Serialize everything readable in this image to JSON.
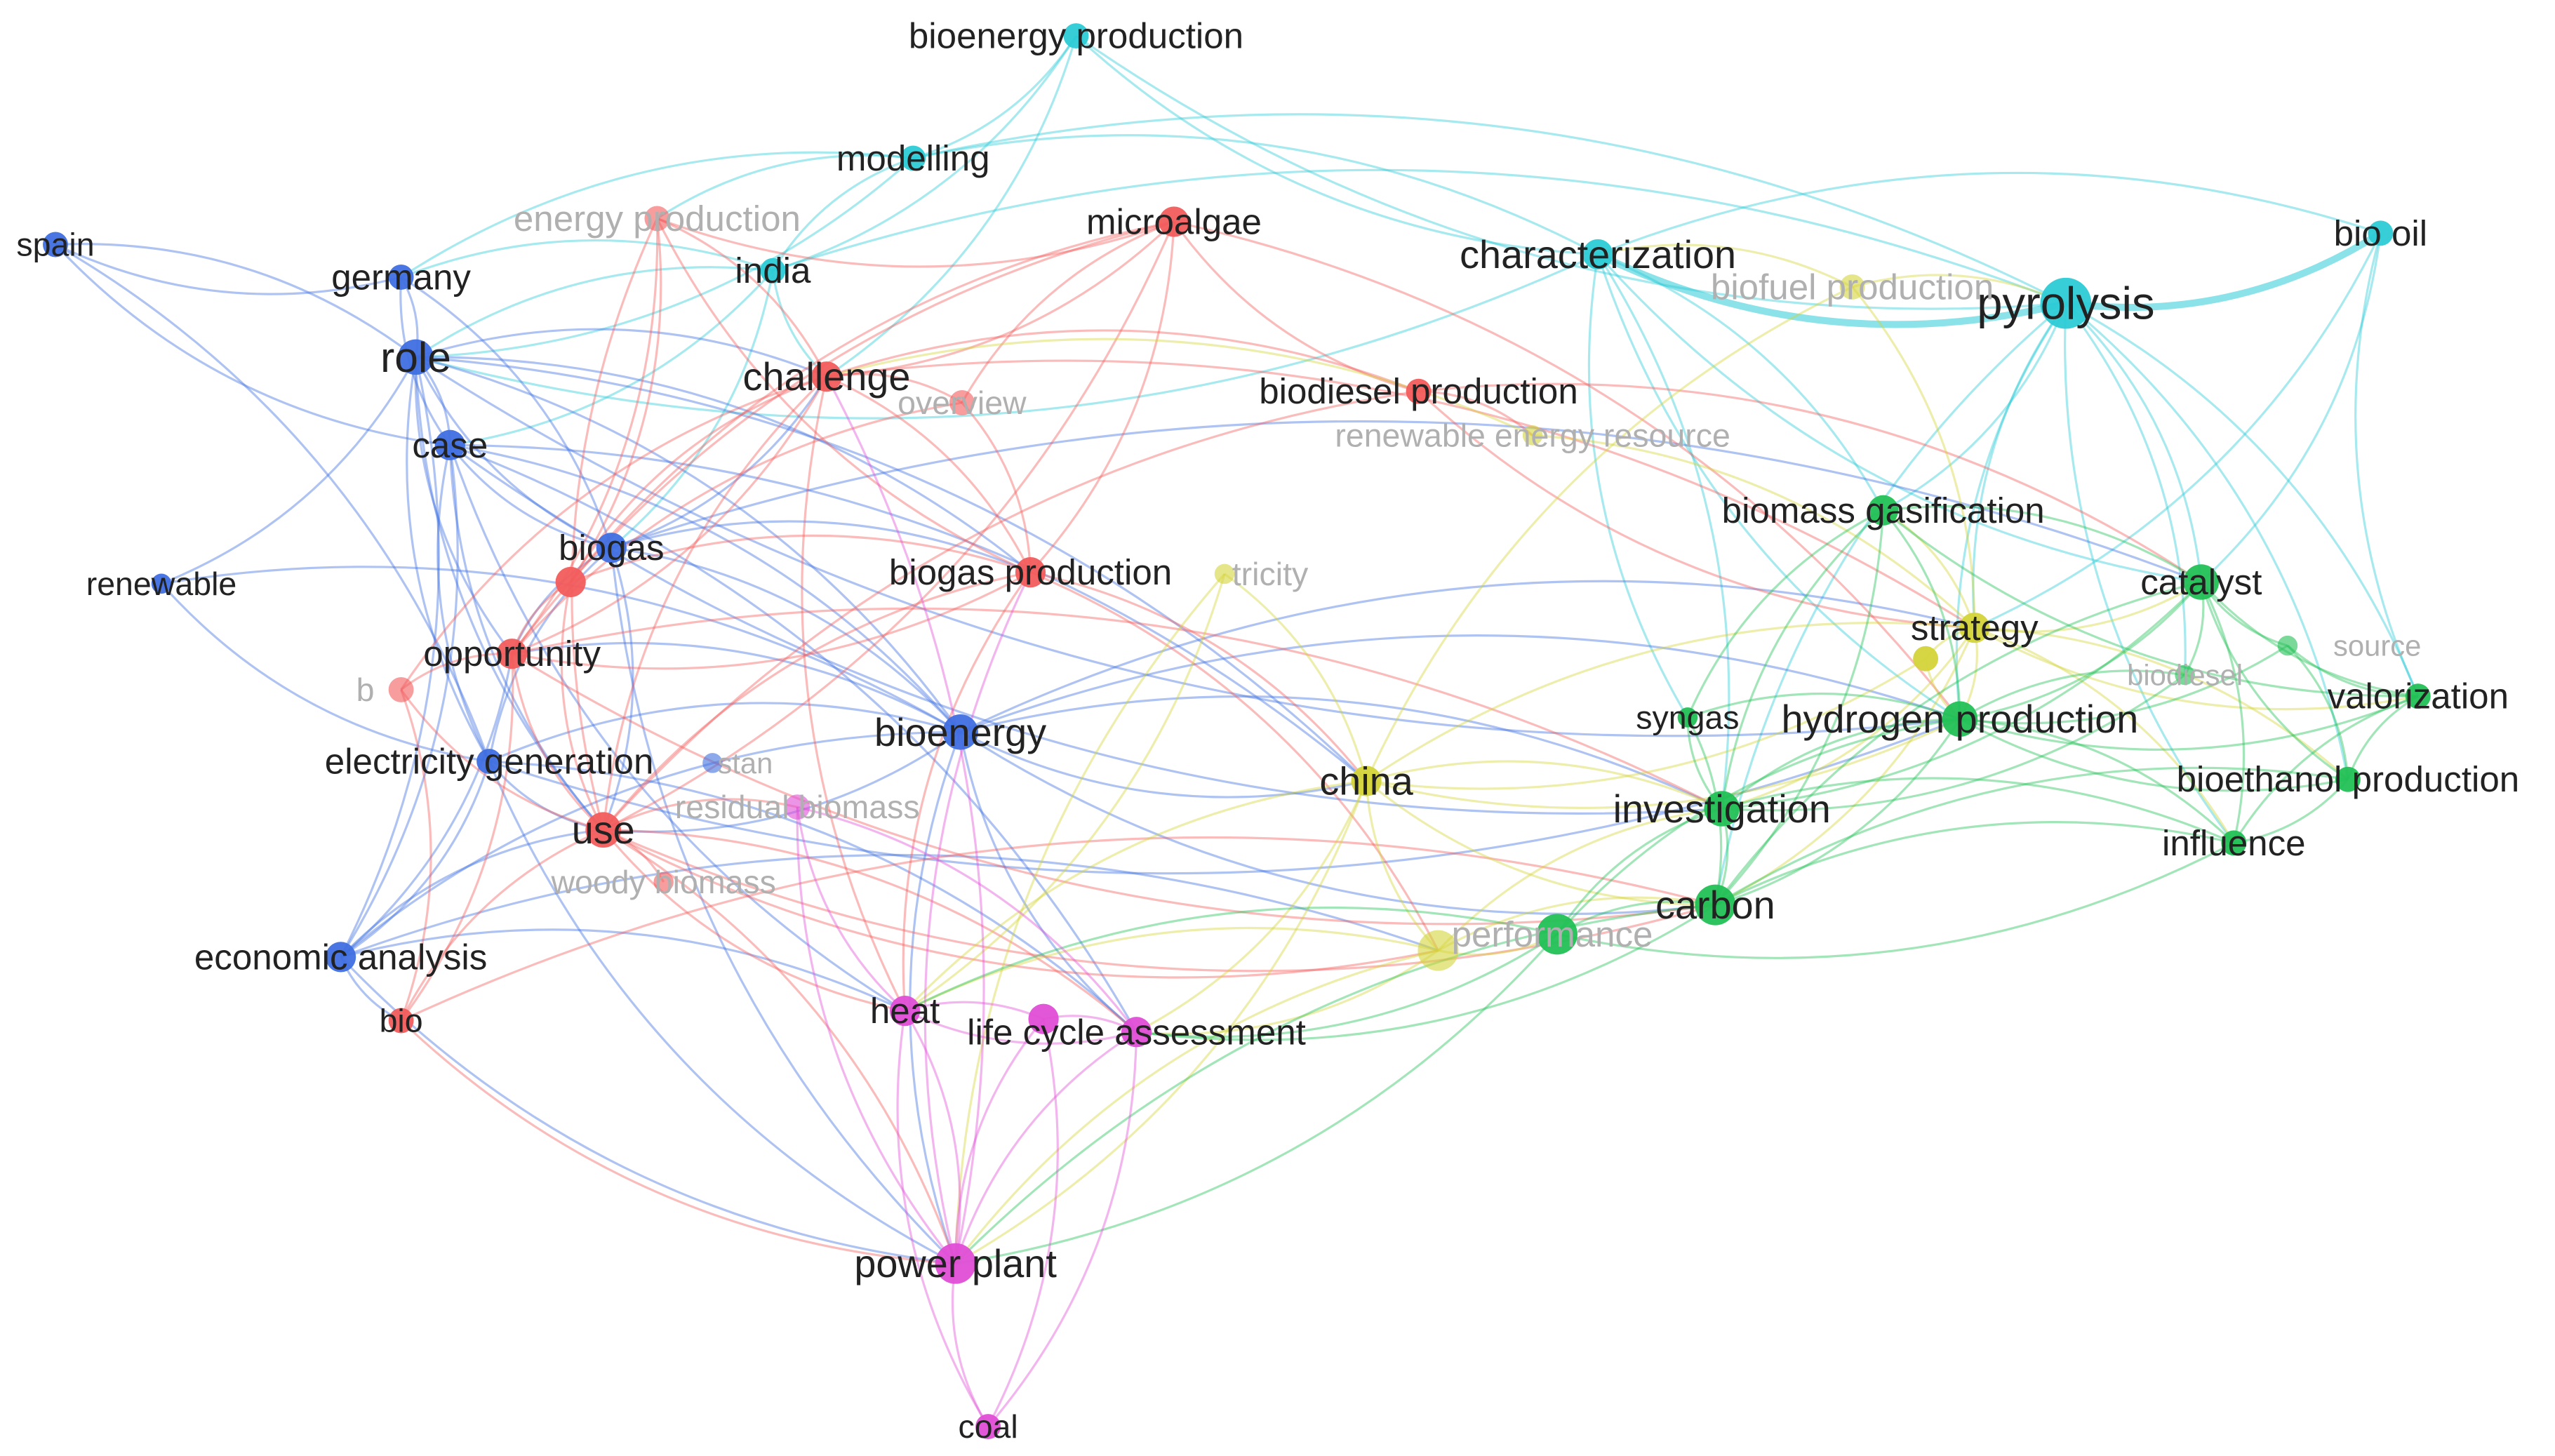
{
  "clusters": {
    "red": "#f25c5c",
    "blue": "#3f6fe0",
    "cyan": "#2ccbd6",
    "green": "#22c055",
    "yellow": "#d4d43a",
    "magenta": "#e04ed6"
  },
  "nodes": [
    {
      "id": "bioenergy_production",
      "label": "bioenergy production",
      "cluster": "cyan",
      "weight": 3
    },
    {
      "id": "modelling",
      "label": "modelling",
      "cluster": "cyan",
      "weight": 3
    },
    {
      "id": "india",
      "label": "india",
      "cluster": "cyan",
      "weight": 3
    },
    {
      "id": "characterization",
      "label": "characterization",
      "cluster": "cyan",
      "weight": 4
    },
    {
      "id": "pyrolysis",
      "label": "pyrolysis",
      "cluster": "cyan",
      "weight": 8
    },
    {
      "id": "bio_oil",
      "label": "bio oil",
      "cluster": "cyan",
      "weight": 3
    },
    {
      "id": "energy_production",
      "label": "energy production",
      "cluster": "red",
      "weight": 3,
      "faded": true
    },
    {
      "id": "microalgae",
      "label": "microalgae",
      "cluster": "red",
      "weight": 4
    },
    {
      "id": "challenge",
      "label": "challenge",
      "cluster": "red",
      "weight": 4
    },
    {
      "id": "overview",
      "label": "overview",
      "cluster": "red",
      "weight": 3,
      "faded": true
    },
    {
      "id": "biodiesel_production",
      "label": "biodiesel production",
      "cluster": "red",
      "weight": 3
    },
    {
      "id": "biogas_production",
      "label": "biogas production",
      "cluster": "red",
      "weight": 4
    },
    {
      "id": "opportunity",
      "label": "opportunity",
      "cluster": "red",
      "weight": 4
    },
    {
      "id": "red_small",
      "label": "b",
      "cluster": "red",
      "weight": 3,
      "faded": true
    },
    {
      "id": "use",
      "label": "use",
      "cluster": "red",
      "weight": 5
    },
    {
      "id": "woody_biomass",
      "label": "woody biomass",
      "cluster": "red",
      "weight": 2,
      "faded": true
    },
    {
      "id": "bio",
      "label": "bio",
      "cluster": "red",
      "weight": 3
    },
    {
      "id": "red_biogas",
      "label": "",
      "cluster": "red",
      "weight": 4
    },
    {
      "id": "spain",
      "label": "spain",
      "cluster": "blue",
      "weight": 3
    },
    {
      "id": "germany",
      "label": "germany",
      "cluster": "blue",
      "weight": 3
    },
    {
      "id": "role",
      "label": "role",
      "cluster": "blue",
      "weight": 5
    },
    {
      "id": "case",
      "label": "case",
      "cluster": "blue",
      "weight": 4
    },
    {
      "id": "biogas",
      "label": "biogas",
      "cluster": "blue",
      "weight": 4
    },
    {
      "id": "renewable",
      "label": "renewable",
      "cluster": "blue",
      "weight": 2
    },
    {
      "id": "electricity_generation",
      "label": "electricity generation",
      "cluster": "blue",
      "weight": 3
    },
    {
      "id": "blue_stan",
      "label": "stan",
      "cluster": "blue",
      "weight": 2,
      "faded": true
    },
    {
      "id": "bioenergy",
      "label": "bioenergy",
      "cluster": "blue",
      "weight": 5
    },
    {
      "id": "economic_analysis",
      "label": "economic analysis",
      "cluster": "blue",
      "weight": 4
    },
    {
      "id": "biofuel_production",
      "label": "biofuel production",
      "cluster": "yellow",
      "weight": 3,
      "faded": true
    },
    {
      "id": "renewable_energy_resource",
      "label": "renewable energy resource",
      "cluster": "yellow",
      "weight": 2,
      "faded": true
    },
    {
      "id": "electricity",
      "label": "tricity",
      "cluster": "yellow",
      "weight": 2,
      "faded": true
    },
    {
      "id": "strategy",
      "label": "strategy",
      "cluster": "yellow",
      "weight": 4
    },
    {
      "id": "yellow_small",
      "label": "",
      "cluster": "yellow",
      "weight": 3
    },
    {
      "id": "china",
      "label": "china",
      "cluster": "yellow",
      "weight": 4
    },
    {
      "id": "performance",
      "label": "performance",
      "cluster": "yellow",
      "weight": 6,
      "faded": true
    },
    {
      "id": "biomass_gasification",
      "label": "biomass gasification",
      "cluster": "green",
      "weight": 4
    },
    {
      "id": "catalyst",
      "label": "catalyst",
      "cluster": "green",
      "weight": 5
    },
    {
      "id": "green_resource",
      "label": "source",
      "cluster": "green",
      "weight": 2,
      "faded": true
    },
    {
      "id": "biodiesel",
      "label": "biodiesel",
      "cluster": "green",
      "weight": 2,
      "faded": true
    },
    {
      "id": "valorization",
      "label": "valorization",
      "cluster": "green",
      "weight": 3
    },
    {
      "id": "syngas",
      "label": "syngas",
      "cluster": "green",
      "weight": 2
    },
    {
      "id": "hydrogen_production",
      "label": "hydrogen production",
      "cluster": "green",
      "weight": 5
    },
    {
      "id": "bioethanol_production",
      "label": "bioethanol production",
      "cluster": "green",
      "weight": 3
    },
    {
      "id": "investigation",
      "label": "investigation",
      "cluster": "green",
      "weight": 5
    },
    {
      "id": "influence",
      "label": "influence",
      "cluster": "green",
      "weight": 3
    },
    {
      "id": "carbon",
      "label": "carbon",
      "cluster": "green",
      "weight": 6
    },
    {
      "id": "green_perf",
      "label": "",
      "cluster": "green",
      "weight": 6
    },
    {
      "id": "residual_biomass",
      "label": "residual biomass",
      "cluster": "magenta",
      "weight": 3,
      "faded": true
    },
    {
      "id": "heat",
      "label": "heat",
      "cluster": "magenta",
      "weight": 4
    },
    {
      "id": "life_cycle_assessment",
      "label": "life cycle assessment",
      "cluster": "magenta",
      "weight": 4
    },
    {
      "id": "lca_left",
      "label": "",
      "cluster": "magenta",
      "weight": 4
    },
    {
      "id": "power_plant",
      "label": "power plant",
      "cluster": "magenta",
      "weight": 6
    },
    {
      "id": "coal",
      "label": "coal",
      "cluster": "magenta",
      "weight": 3
    }
  ],
  "edges": [
    [
      "bioenergy_production",
      "modelling"
    ],
    [
      "bioenergy_production",
      "characterization"
    ],
    [
      "bioenergy_production",
      "india"
    ],
    [
      "bioenergy_production",
      "pyrolysis"
    ],
    [
      "bioenergy_production",
      "challenge"
    ],
    [
      "modelling",
      "energy_production"
    ],
    [
      "modelling",
      "pyrolysis"
    ],
    [
      "modelling",
      "india"
    ],
    [
      "modelling",
      "role"
    ],
    [
      "modelling",
      "germany"
    ],
    [
      "modelling",
      "characterization"
    ],
    [
      "characterization",
      "pyrolysis"
    ],
    [
      "characterization",
      "bio_oil"
    ],
    [
      "characterization",
      "catalyst"
    ],
    [
      "characterization",
      "biomass_gasification"
    ],
    [
      "characterization",
      "hydrogen_production"
    ],
    [
      "characterization",
      "investigation"
    ],
    [
      "characterization",
      "syngas"
    ],
    [
      "characterization",
      "role"
    ],
    [
      "pyrolysis",
      "bio_oil"
    ],
    [
      "pyrolysis",
      "catalyst"
    ],
    [
      "pyrolysis",
      "strategy"
    ],
    [
      "pyrolysis",
      "valorization"
    ],
    [
      "pyrolysis",
      "hydrogen_production"
    ],
    [
      "pyrolysis",
      "biomass_gasification"
    ],
    [
      "pyrolysis",
      "influence"
    ],
    [
      "pyrolysis",
      "bioethanol_production"
    ],
    [
      "pyrolysis",
      "carbon"
    ],
    [
      "pyrolysis",
      "biodiesel"
    ],
    [
      "pyrolysis",
      "india"
    ],
    [
      "bio_oil",
      "catalyst"
    ],
    [
      "bio_oil",
      "valorization"
    ],
    [
      "bio_oil",
      "strategy"
    ],
    [
      "india",
      "role"
    ],
    [
      "india",
      "case"
    ],
    [
      "india",
      "challenge"
    ],
    [
      "india",
      "biogas"
    ],
    [
      "india",
      "germany"
    ],
    [
      "spain",
      "role"
    ],
    [
      "spain",
      "case"
    ],
    [
      "spain",
      "electricity_generation"
    ],
    [
      "spain",
      "germany"
    ],
    [
      "germany",
      "role"
    ],
    [
      "germany",
      "case"
    ],
    [
      "germany",
      "biogas"
    ],
    [
      "renewable",
      "role"
    ],
    [
      "renewable",
      "bioenergy"
    ],
    [
      "renewable",
      "electricity_generation"
    ],
    [
      "role",
      "case"
    ],
    [
      "role",
      "biogas"
    ],
    [
      "role",
      "bioenergy"
    ],
    [
      "role",
      "electricity_generation"
    ],
    [
      "role",
      "economic_analysis"
    ],
    [
      "role",
      "opportunity"
    ],
    [
      "role",
      "challenge"
    ],
    [
      "role",
      "use"
    ],
    [
      "role",
      "china"
    ],
    [
      "role",
      "hydrogen_production"
    ],
    [
      "role",
      "biogas_production"
    ],
    [
      "case",
      "biogas"
    ],
    [
      "case",
      "bioenergy"
    ],
    [
      "case",
      "electricity_generation"
    ],
    [
      "case",
      "economic_analysis"
    ],
    [
      "case",
      "use"
    ],
    [
      "case",
      "china"
    ],
    [
      "case",
      "investigation"
    ],
    [
      "case",
      "life_cycle_assessment"
    ],
    [
      "case",
      "heat"
    ],
    [
      "biogas",
      "bioenergy"
    ],
    [
      "biogas",
      "electricity_generation"
    ],
    [
      "biogas",
      "biogas_production"
    ],
    [
      "biogas",
      "opportunity"
    ],
    [
      "biogas",
      "use"
    ],
    [
      "biogas",
      "challenge"
    ],
    [
      "biogas",
      "catalyst"
    ],
    [
      "biogas",
      "power_plant"
    ],
    [
      "electricity_generation",
      "economic_analysis"
    ],
    [
      "electricity_generation",
      "use"
    ],
    [
      "electricity_generation",
      "bioenergy"
    ],
    [
      "electricity_generation",
      "power_plant"
    ],
    [
      "electricity_generation",
      "life_cycle_assessment"
    ],
    [
      "electricity_generation",
      "hydrogen_production"
    ],
    [
      "economic_analysis",
      "use"
    ],
    [
      "economic_analysis",
      "bio"
    ],
    [
      "economic_analysis",
      "heat"
    ],
    [
      "economic_analysis",
      "power_plant"
    ],
    [
      "economic_analysis",
      "bioenergy"
    ],
    [
      "economic_analysis",
      "opportunity"
    ],
    [
      "economic_analysis",
      "performance"
    ],
    [
      "bioenergy",
      "china"
    ],
    [
      "bioenergy",
      "investigation"
    ],
    [
      "bioenergy",
      "carbon"
    ],
    [
      "bioenergy",
      "hydrogen_production"
    ],
    [
      "bioenergy",
      "power_plant"
    ],
    [
      "bioenergy",
      "use"
    ],
    [
      "bioenergy",
      "life_cycle_assessment"
    ],
    [
      "bioenergy",
      "strategy"
    ],
    [
      "bioenergy",
      "opportunity"
    ],
    [
      "energy_production",
      "challenge"
    ],
    [
      "energy_production",
      "use"
    ],
    [
      "energy_production",
      "opportunity"
    ],
    [
      "energy_production",
      "biogas_production"
    ],
    [
      "energy_production",
      "red_biogas"
    ],
    [
      "energy_production",
      "microalgae"
    ],
    [
      "microalgae",
      "challenge"
    ],
    [
      "microalgae",
      "biodiesel_production"
    ],
    [
      "microalgae",
      "biogas_production"
    ],
    [
      "microalgae",
      "opportunity"
    ],
    [
      "microalgae",
      "use"
    ],
    [
      "microalgae",
      "overview"
    ],
    [
      "microalgae",
      "hydrogen_production"
    ],
    [
      "microalgae",
      "red_biogas"
    ],
    [
      "challenge",
      "opportunity"
    ],
    [
      "challenge",
      "use"
    ],
    [
      "challenge",
      "biogas_production"
    ],
    [
      "challenge",
      "red_biogas"
    ],
    [
      "challenge",
      "overview"
    ],
    [
      "challenge",
      "red_small"
    ],
    [
      "challenge",
      "biodiesel_production"
    ],
    [
      "challenge",
      "heat"
    ],
    [
      "challenge",
      "strategy"
    ],
    [
      "overview",
      "opportunity"
    ],
    [
      "overview",
      "biogas_production"
    ],
    [
      "biodiesel_production",
      "strategy"
    ],
    [
      "biodiesel_production",
      "catalyst"
    ],
    [
      "biodiesel_production",
      "use"
    ],
    [
      "biodiesel_production",
      "renewable_energy_resource"
    ],
    [
      "biogas_production",
      "use"
    ],
    [
      "biogas_production",
      "opportunity"
    ],
    [
      "biogas_production",
      "red_biogas"
    ],
    [
      "biogas_production",
      "china"
    ],
    [
      "biogas_production",
      "heat"
    ],
    [
      "biogas_production",
      "performance"
    ],
    [
      "opportunity",
      "use"
    ],
    [
      "opportunity",
      "red_biogas"
    ],
    [
      "opportunity",
      "red_small"
    ],
    [
      "opportunity",
      "bio"
    ],
    [
      "opportunity",
      "carbon"
    ],
    [
      "opportunity",
      "investigation"
    ],
    [
      "red_small",
      "use"
    ],
    [
      "red_small",
      "bio"
    ],
    [
      "use",
      "bio"
    ],
    [
      "use",
      "power_plant"
    ],
    [
      "use",
      "heat"
    ],
    [
      "use",
      "life_cycle_assessment"
    ],
    [
      "use",
      "carbon"
    ],
    [
      "use",
      "residual_biomass"
    ],
    [
      "use",
      "performance"
    ],
    [
      "use",
      "woody_biomass"
    ],
    [
      "bio",
      "power_plant"
    ],
    [
      "bio",
      "carbon"
    ],
    [
      "red_biogas",
      "use"
    ],
    [
      "biofuel_production",
      "strategy"
    ],
    [
      "biofuel_production",
      "china"
    ],
    [
      "biofuel_production",
      "pyrolysis"
    ],
    [
      "biofuel_production",
      "characterization"
    ],
    [
      "renewable_energy_resource",
      "strategy"
    ],
    [
      "renewable_energy_resource",
      "challenge"
    ],
    [
      "electricity",
      "china"
    ],
    [
      "electricity",
      "power_plant"
    ],
    [
      "electricity",
      "heat"
    ],
    [
      "strategy",
      "catalyst"
    ],
    [
      "strategy",
      "hydrogen_production"
    ],
    [
      "strategy",
      "biomass_gasification"
    ],
    [
      "strategy",
      "investigation"
    ],
    [
      "strategy",
      "valorization"
    ],
    [
      "strategy",
      "influence"
    ],
    [
      "strategy",
      "china"
    ],
    [
      "strategy",
      "carbon"
    ],
    [
      "strategy",
      "yellow_small"
    ],
    [
      "strategy",
      "bioethanol_production"
    ],
    [
      "yellow_small",
      "hydrogen_production"
    ],
    [
      "yellow_small",
      "china"
    ],
    [
      "china",
      "performance"
    ],
    [
      "china",
      "investigation"
    ],
    [
      "china",
      "carbon"
    ],
    [
      "china",
      "life_cycle_assessment"
    ],
    [
      "china",
      "heat"
    ],
    [
      "china",
      "power_plant"
    ],
    [
      "china",
      "hydrogen_production"
    ],
    [
      "performance",
      "carbon"
    ],
    [
      "performance",
      "green_perf"
    ],
    [
      "performance",
      "life_cycle_assessment"
    ],
    [
      "performance",
      "heat"
    ],
    [
      "performance",
      "investigation"
    ],
    [
      "performance",
      "power_plant"
    ],
    [
      "biomass_gasification",
      "hydrogen_production"
    ],
    [
      "biomass_gasification",
      "syngas"
    ],
    [
      "biomass_gasification",
      "catalyst"
    ],
    [
      "biomass_gasification",
      "investigation"
    ],
    [
      "biomass_gasification",
      "carbon"
    ],
    [
      "biomass_gasification",
      "valorization"
    ],
    [
      "catalyst",
      "hydrogen_production"
    ],
    [
      "catalyst",
      "valorization"
    ],
    [
      "catalyst",
      "investigation"
    ],
    [
      "catalyst",
      "carbon"
    ],
    [
      "catalyst",
      "influence"
    ],
    [
      "catalyst",
      "green_resource"
    ],
    [
      "catalyst",
      "biodiesel"
    ],
    [
      "catalyst",
      "bioethanol_production"
    ],
    [
      "green_resource",
      "hydrogen_production"
    ],
    [
      "green_resource",
      "valorization"
    ],
    [
      "green_resource",
      "bioethanol_production"
    ],
    [
      "biodiesel",
      "hydrogen_production"
    ],
    [
      "biodiesel",
      "investigation"
    ],
    [
      "valorization",
      "bioethanol_production"
    ],
    [
      "valorization",
      "hydrogen_production"
    ],
    [
      "valorization",
      "influence"
    ],
    [
      "syngas",
      "hydrogen_production"
    ],
    [
      "syngas",
      "investigation"
    ],
    [
      "syngas",
      "carbon"
    ],
    [
      "hydrogen_production",
      "investigation"
    ],
    [
      "hydrogen_production",
      "carbon"
    ],
    [
      "hydrogen_production",
      "bioethanol_production"
    ],
    [
      "hydrogen_production",
      "influence"
    ],
    [
      "hydrogen_production",
      "green_perf"
    ],
    [
      "bioethanol_production",
      "influence"
    ],
    [
      "bioethanol_production",
      "carbon"
    ],
    [
      "investigation",
      "carbon"
    ],
    [
      "investigation",
      "green_perf"
    ],
    [
      "investigation",
      "influence"
    ],
    [
      "influence",
      "carbon"
    ],
    [
      "influence",
      "green_perf"
    ],
    [
      "carbon",
      "green_perf"
    ],
    [
      "carbon",
      "life_cycle_assessment"
    ],
    [
      "carbon",
      "power_plant"
    ],
    [
      "green_perf",
      "life_cycle_assessment"
    ],
    [
      "green_perf",
      "heat"
    ],
    [
      "green_perf",
      "power_plant"
    ],
    [
      "residual_biomass",
      "heat"
    ],
    [
      "residual_biomass",
      "life_cycle_assessment"
    ],
    [
      "residual_biomass",
      "power_plant"
    ],
    [
      "heat",
      "lca_left"
    ],
    [
      "heat",
      "life_cycle_assessment"
    ],
    [
      "heat",
      "power_plant"
    ],
    [
      "heat",
      "coal"
    ],
    [
      "lca_left",
      "life_cycle_assessment"
    ],
    [
      "lca_left",
      "power_plant"
    ],
    [
      "lca_left",
      "coal"
    ],
    [
      "life_cycle_assessment",
      "power_plant"
    ],
    [
      "life_cycle_assessment",
      "coal"
    ],
    [
      "power_plant",
      "coal"
    ],
    [
      "power_plant",
      "biogas_production"
    ],
    [
      "power_plant",
      "challenge"
    ]
  ]
}
